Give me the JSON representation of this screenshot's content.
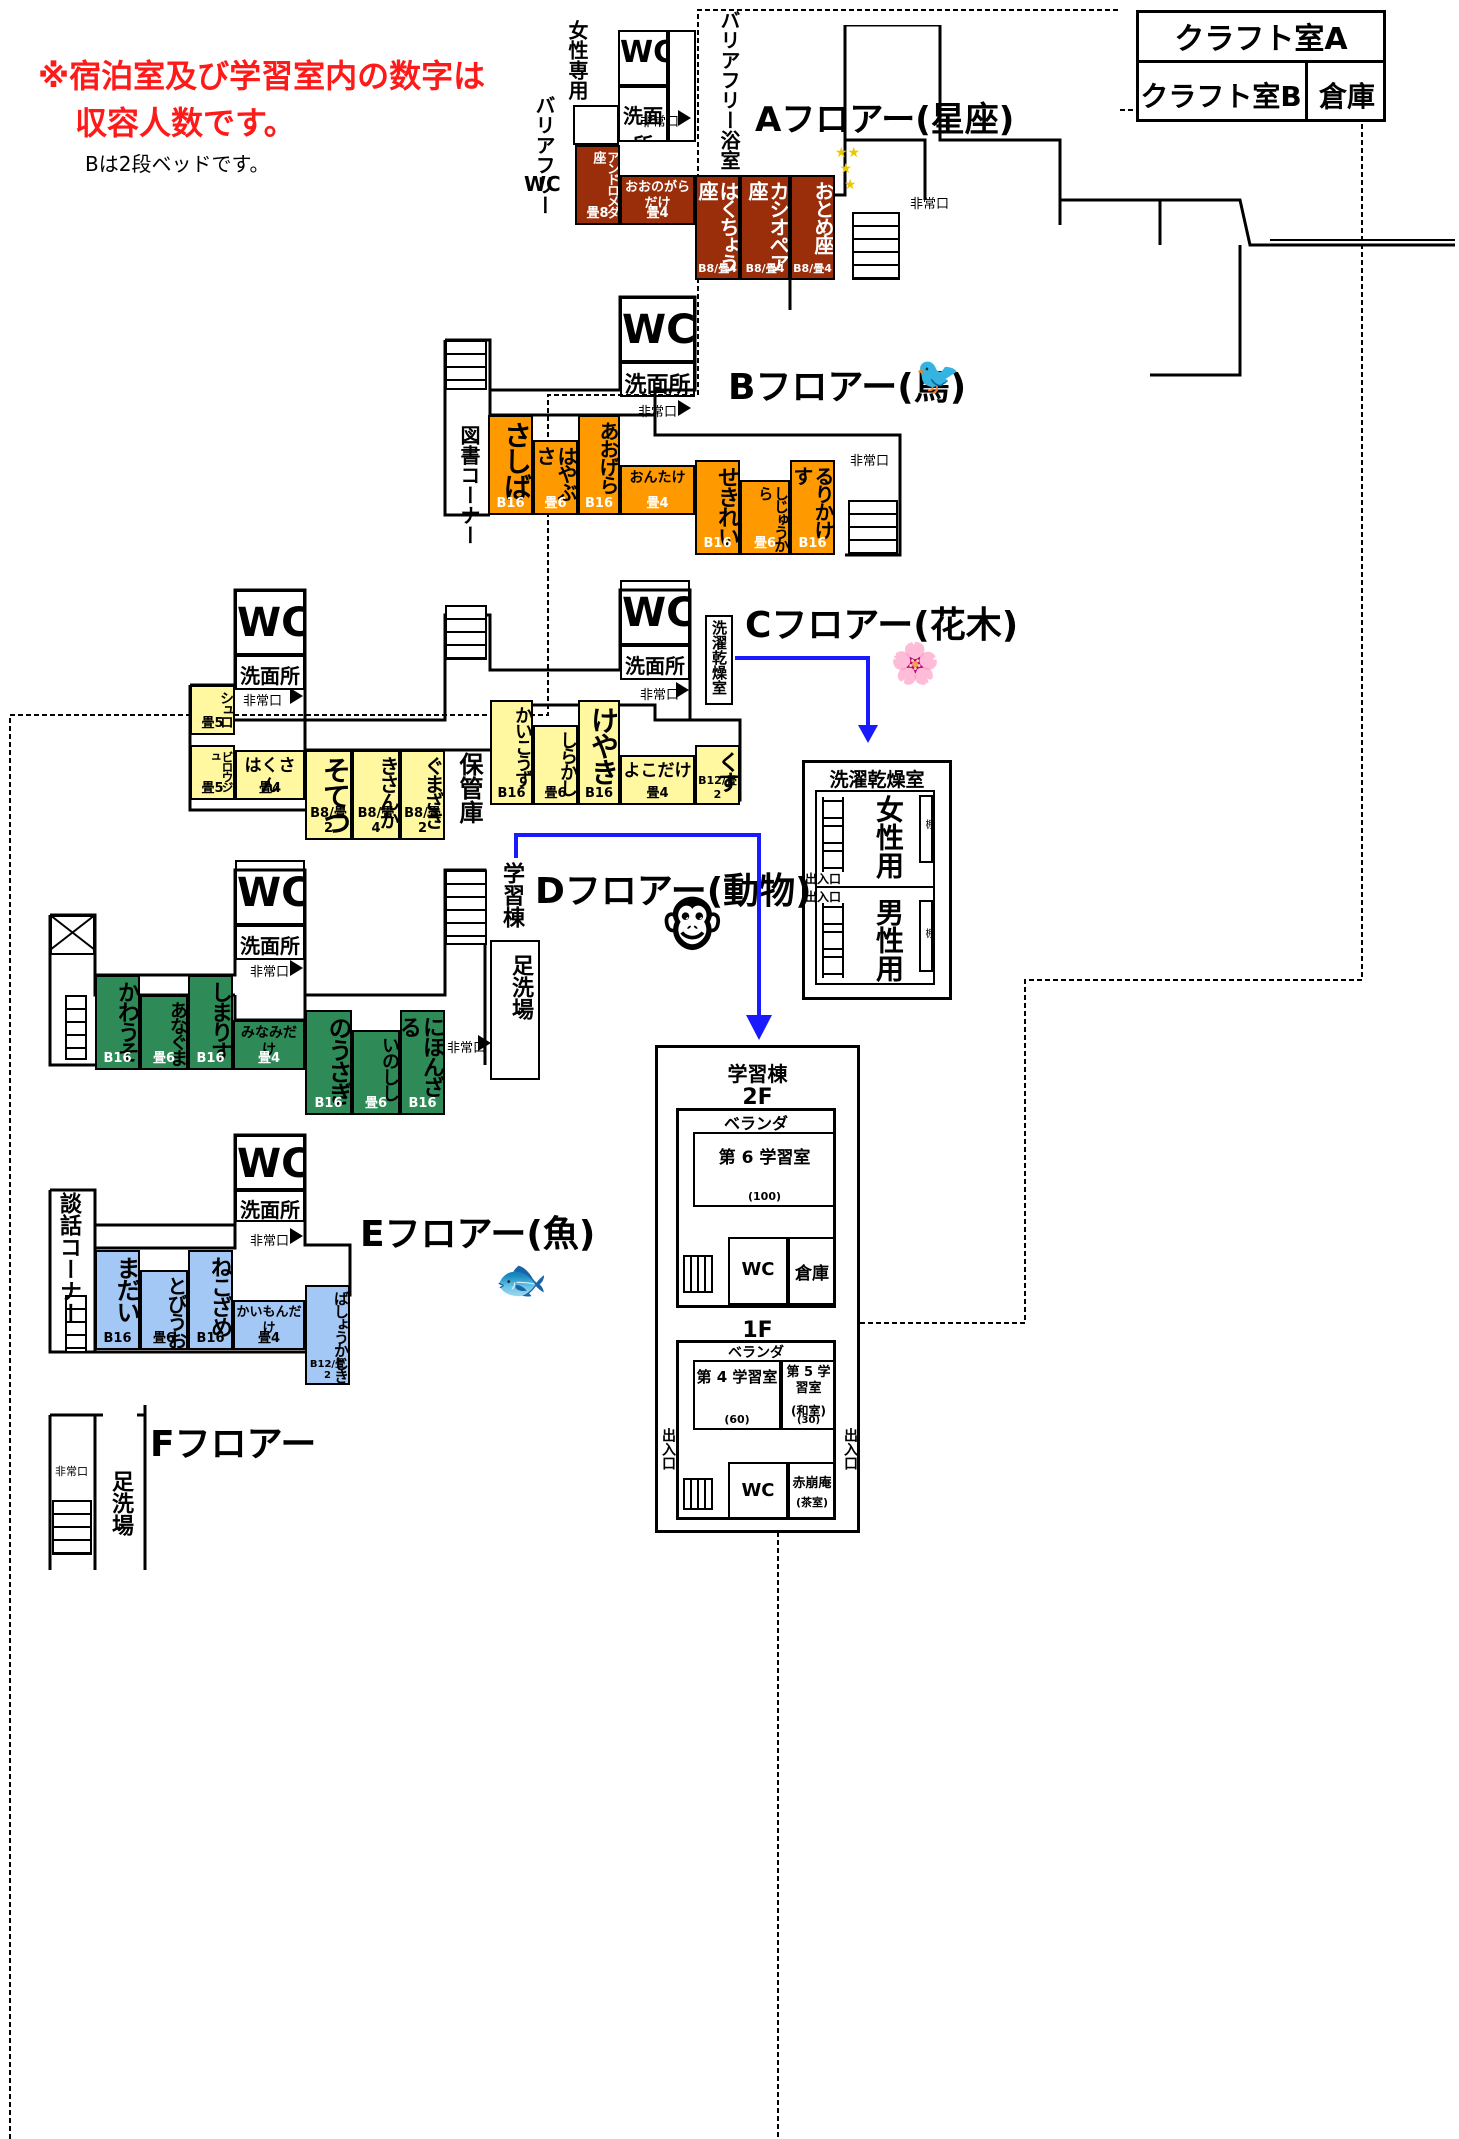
{
  "notice": {
    "line1": "※宿泊室及び学習室内の数字は",
    "line2": "収容人数です。",
    "line3": "Bは2段ベッドです。"
  },
  "labels": {
    "emergency_exit": "非常口",
    "wc": "WC",
    "washroom": "洗面所",
    "stairs": "階段"
  },
  "craft": {
    "a": "クラフト室A",
    "b": "クラフト室B",
    "storage": "倉庫"
  },
  "floorA": {
    "title": "Aフロアー(星座)",
    "women_only": "女性専用",
    "barrier_free_bath": "バリアフリー浴室",
    "barrier_free_wc": "バリアフリーWC",
    "barrier_free_wc_label": "バリアフリー",
    "wc2": "WC",
    "rooms": [
      {
        "name": "アンドロメダ座",
        "cap": "畳8"
      },
      {
        "name": "おおのがらだけ",
        "cap": "畳4"
      },
      {
        "name": "はくちょう座",
        "cap": "B8/畳4"
      },
      {
        "name": "カシオペア座",
        "cap": "B8/畳4"
      },
      {
        "name": "おとめ座",
        "cap": "B8/畳4"
      }
    ]
  },
  "floorB": {
    "title": "Bフロアー(鳥)",
    "library": "図書コーナー",
    "rooms": [
      {
        "name": "さしば",
        "cap": "B16"
      },
      {
        "name": "はやぶさ",
        "cap": "畳6"
      },
      {
        "name": "あおげら",
        "cap": "B16"
      },
      {
        "name": "おんたけ",
        "cap": "畳4"
      },
      {
        "name": "せきれい",
        "cap": "B16"
      },
      {
        "name": "しじゅうから",
        "cap": "畳6"
      },
      {
        "name": "るりかけす",
        "cap": "B16"
      }
    ]
  },
  "floorC": {
    "title": "Cフロアー(花木)",
    "laundry": "洗濯乾燥室",
    "storage": "保管庫",
    "rooms": [
      {
        "name": "シュロ",
        "cap": "畳5"
      },
      {
        "name": "ビロウジュ",
        "cap": "畳5"
      },
      {
        "name": "はくさん",
        "cap": "畳4"
      },
      {
        "name": "そてつ",
        "cap": "B8/畳2"
      },
      {
        "name": "きさんか",
        "cap": "B8/畳4"
      },
      {
        "name": "ぐまざさ",
        "cap": "B8/畳2"
      },
      {
        "name": "かいこうず",
        "cap": "B16"
      },
      {
        "name": "しらかし",
        "cap": "畳6"
      },
      {
        "name": "けやき",
        "cap": "B16"
      },
      {
        "name": "よこだけ",
        "cap": "畳4"
      },
      {
        "name": "くす",
        "cap": "B12/畳2"
      }
    ]
  },
  "floorD": {
    "title": "Dフロアー(動物)",
    "study_building": "学習棟",
    "foot_wash": "足洗場",
    "rooms": [
      {
        "name": "かわうそ",
        "cap": "B16"
      },
      {
        "name": "あなぐま",
        "cap": "畳6"
      },
      {
        "name": "しまりす",
        "cap": "B16"
      },
      {
        "name": "みなみだけ",
        "cap": "畳4"
      },
      {
        "name": "のうさぎ",
        "cap": "B16"
      },
      {
        "name": "いのしし",
        "cap": "畳6"
      },
      {
        "name": "にほんざる",
        "cap": "B16"
      }
    ]
  },
  "floorE": {
    "title": "Eフロアー(魚)",
    "lounge": "談話コーナー",
    "rooms": [
      {
        "name": "まだい",
        "cap": "B16"
      },
      {
        "name": "とびうお",
        "cap": "畳6"
      },
      {
        "name": "ねこざめ",
        "cap": "B16"
      },
      {
        "name": "かいもんだけ",
        "cap": "畳4"
      },
      {
        "name": "ばしょうかじき",
        "cap": "B12/畳2"
      }
    ]
  },
  "floorF": {
    "title": "Fフロアー",
    "foot_wash": "足洗場"
  },
  "laundryDetail": {
    "title": "洗濯乾燥室",
    "women": "女性用",
    "men": "男性用",
    "entrance": "出入口",
    "shelf": "棚"
  },
  "studyBuilding": {
    "title": "学習棟",
    "f2": "2F",
    "veranda": "ベランダ",
    "room6": "第 6 学習室",
    "room6_cap": "(100)",
    "storage": "倉庫",
    "f1": "1F",
    "room4": "第 4 学習室",
    "room4_cap": "(60)",
    "room5": "第 5 学習室",
    "room5_sub": "(和室)",
    "room5_cap": "(30)",
    "tea": "赤崩庵",
    "tea_sub": "(茶室)",
    "entrance": "出入口"
  },
  "colors": {
    "A": "#9a2d0a",
    "B": "#ff9900",
    "C": "#fff8a0",
    "D": "#2e8b57",
    "E": "#a3c8f5",
    "notice": "#ff1a1a",
    "arrow": "#1a1aff"
  }
}
